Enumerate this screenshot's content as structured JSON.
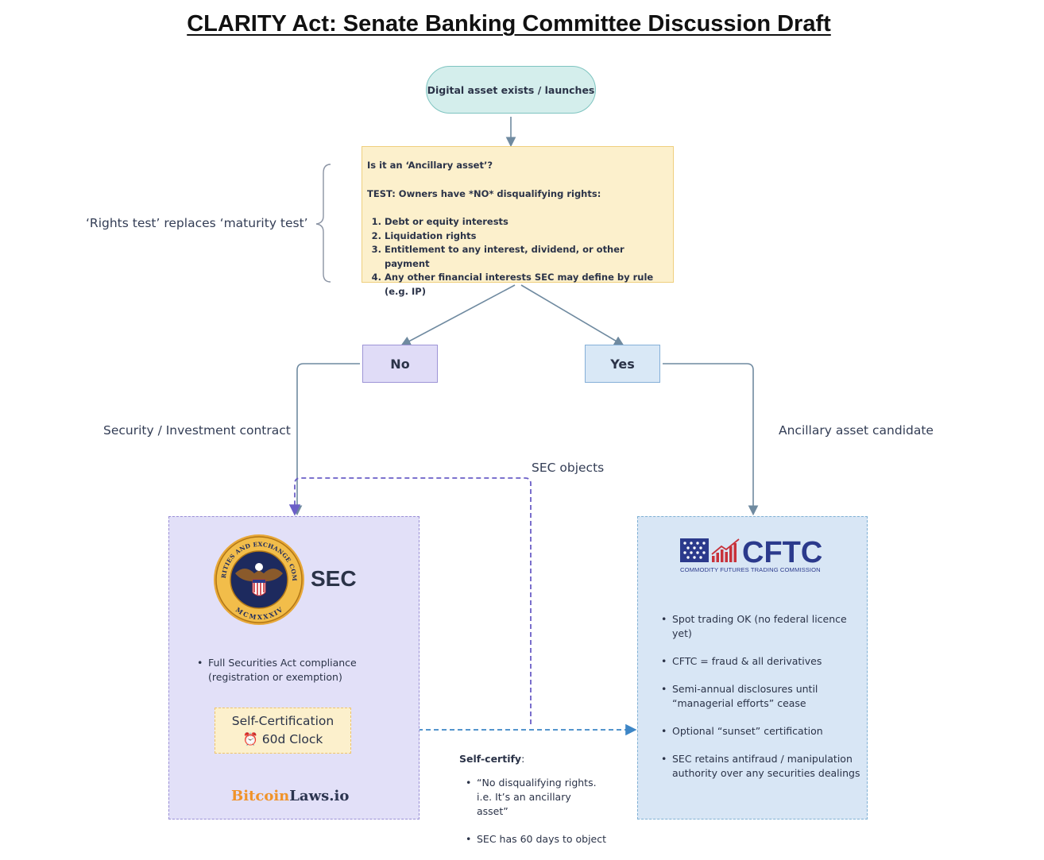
{
  "title": "CLARITY Act: Senate Banking Committee Discussion Draft",
  "nodes": {
    "start": "Digital asset exists / launches",
    "test": {
      "question": "Is it an ‘Ancillary asset’?",
      "test_line": "TEST: Owners have *NO* disqualifying rights:",
      "items": [
        "Debt or equity interests",
        "Liquidation rights",
        "Entitlement to any interest, dividend, or other payment",
        "Any other financial interests SEC may define by rule (e.g. IP)"
      ]
    },
    "brace_label": "‘Rights test’ replaces ‘maturity test’",
    "no": "No",
    "yes": "Yes"
  },
  "edge_labels": {
    "security": "Security / Investment contract",
    "ancillary": "Ancillary asset candidate",
    "sec_objects": "SEC objects"
  },
  "sec_panel": {
    "title": "SEC",
    "seal_text_top": "U.S. SECURITIES AND EXCHANGE COMMISSION",
    "seal_text_bottom": "MCMXXXIV",
    "bullets": [
      "Full Securities Act compliance (registration or exemption)"
    ],
    "selfcert_line1": "Self-Certification",
    "selfcert_line2": "⏰ 60d Clock",
    "brand_part1": "Bitcoin",
    "brand_part2": "Laws.io"
  },
  "cftc_panel": {
    "logo_text": "CFTC",
    "logo_subtitle": "COMMODITY FUTURES TRADING COMMISSION",
    "bullets": [
      "Spot trading OK (no federal licence yet)",
      "CFTC = fraud & all derivatives",
      "Semi-annual disclosures until “managerial efforts” cease",
      "Optional “sunset” certification",
      "SEC retains antifraud / manipulation authority over any securities dealings"
    ]
  },
  "selfcertify_note": {
    "heading": "Self-certify",
    "heading_suffix": ":",
    "bullets": [
      "“No disqualifying rights. i.e. It’s an ancillary asset”",
      "SEC has 60 days to object"
    ]
  },
  "colors": {
    "connector": "#6f8aa0",
    "sec_dashed": "#6b5fc7",
    "selfcert_dashed": "#3d86c6",
    "flag_blue": "#2b3a8c",
    "flag_red": "#c8313a"
  }
}
